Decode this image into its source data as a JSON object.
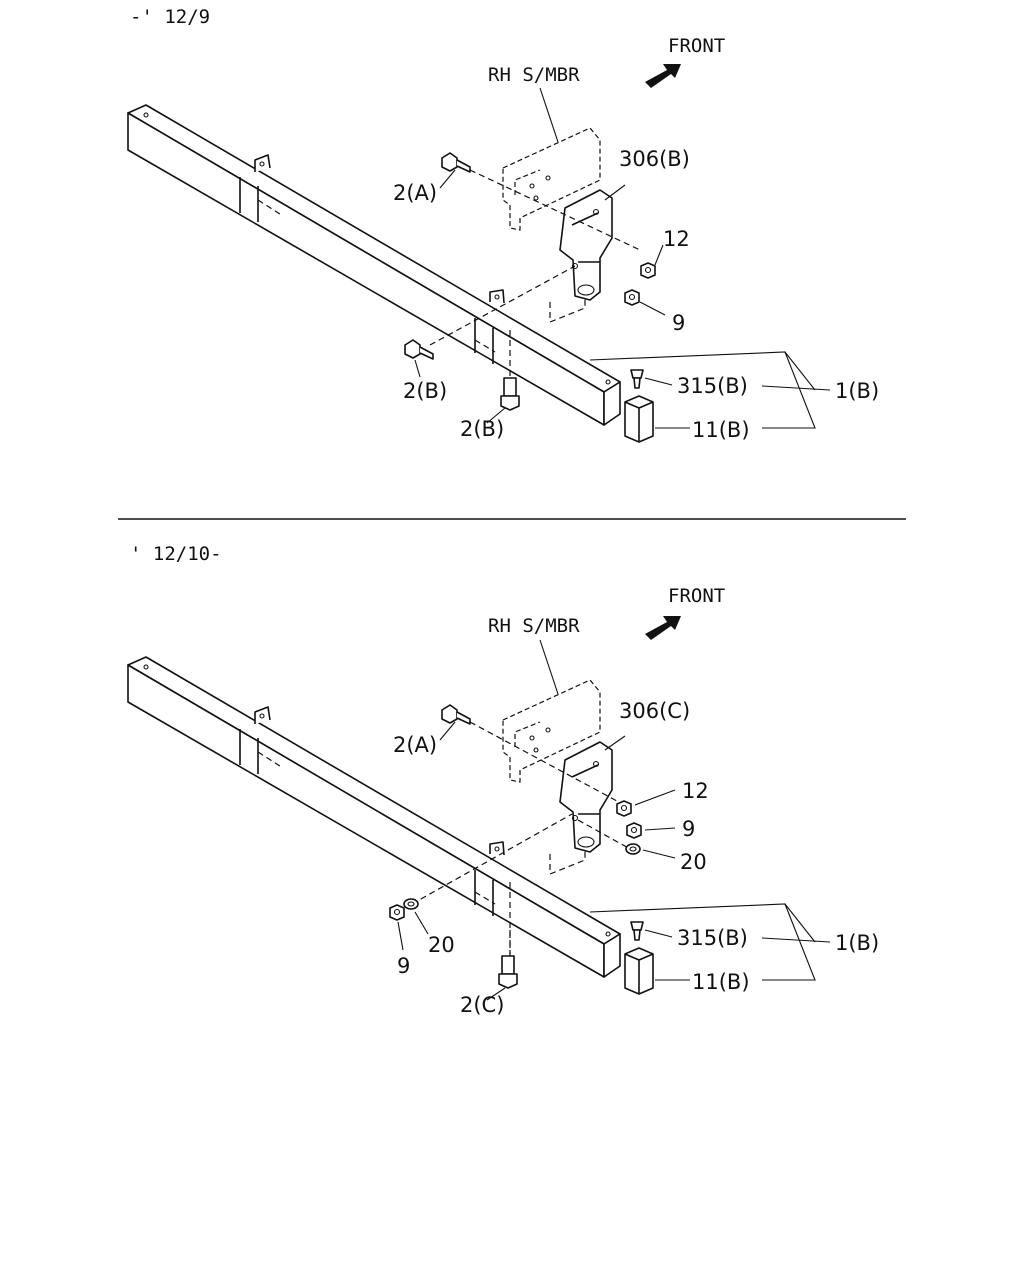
{
  "top": {
    "range": "-' 12/9",
    "front": "FRONT",
    "member": "RH S/MBR",
    "labels": {
      "bolt_a": "2(A)",
      "bracket": "306(B)",
      "nut12": "12",
      "nut9": "9",
      "bolt_b1": "2(B)",
      "bolt_b2": "2(B)",
      "clip": "315(B)",
      "block": "11(B)",
      "assy": "1(B)"
    }
  },
  "bottom": {
    "range": "' 12/10-",
    "front": "FRONT",
    "member": "RH S/MBR",
    "labels": {
      "bolt_a": "2(A)",
      "bracket": "306(C)",
      "nut12": "12",
      "nut9": "9",
      "washer20": "20",
      "washer20b": "20",
      "nut9b": "9",
      "bolt_c": "2(C)",
      "clip": "315(B)",
      "block": "11(B)",
      "assy": "1(B)"
    }
  }
}
